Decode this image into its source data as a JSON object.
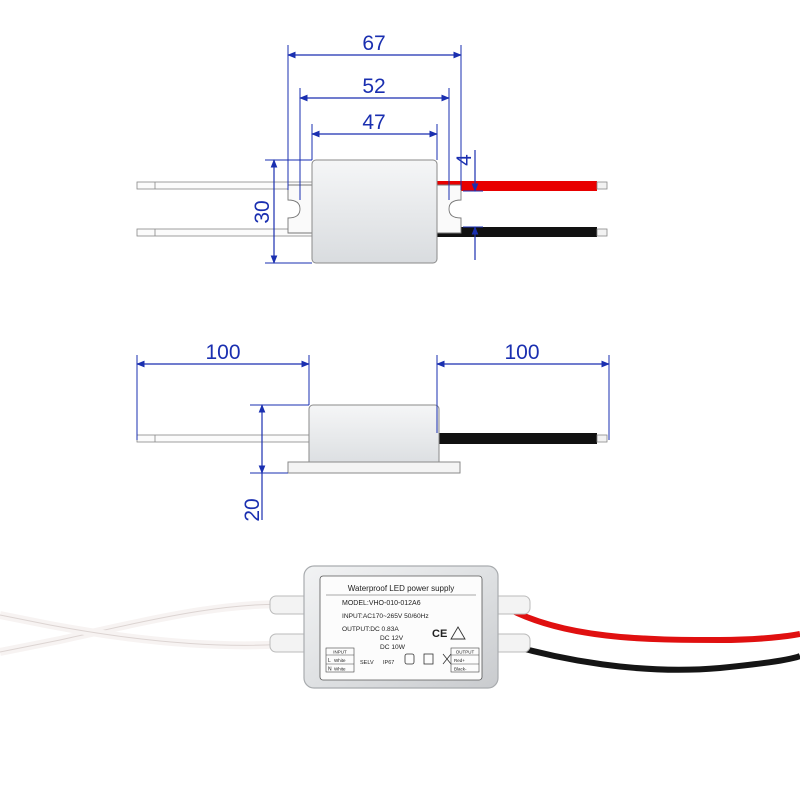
{
  "top_view": {
    "dim_overall_length": "67",
    "dim_mount_pitch": "52",
    "dim_body_length": "47",
    "dim_height": "30",
    "dim_wire_spacing": "4"
  },
  "side_view": {
    "dim_input_lead": "100",
    "dim_output_lead": "100",
    "dim_height": "20"
  },
  "label": {
    "title": "Waterproof LED power supply",
    "model": "MODEL:VHO-010-012A6",
    "input": "INPUT:AC170~265V  50/60Hz",
    "output_current": "OUTPUT:DC 0.83A",
    "output_voltage": "DC 12V",
    "output_power": "DC 10W",
    "input_header": "INPUT",
    "input_l": "L",
    "input_l_color": "White",
    "input_n": "N",
    "input_n_color": "White",
    "selv": "SELV",
    "ip_rating": "IP67",
    "output_header": "OUTPUT",
    "output_pos": "Red+",
    "output_neg": "Black-",
    "ce_mark": "CE"
  },
  "colors": {
    "dimension": "#1a2fb0",
    "red_wire": "#e80000",
    "black_wire": "#111111",
    "white_wire": "#f4f2f0",
    "housing": "#e2e4e6"
  }
}
